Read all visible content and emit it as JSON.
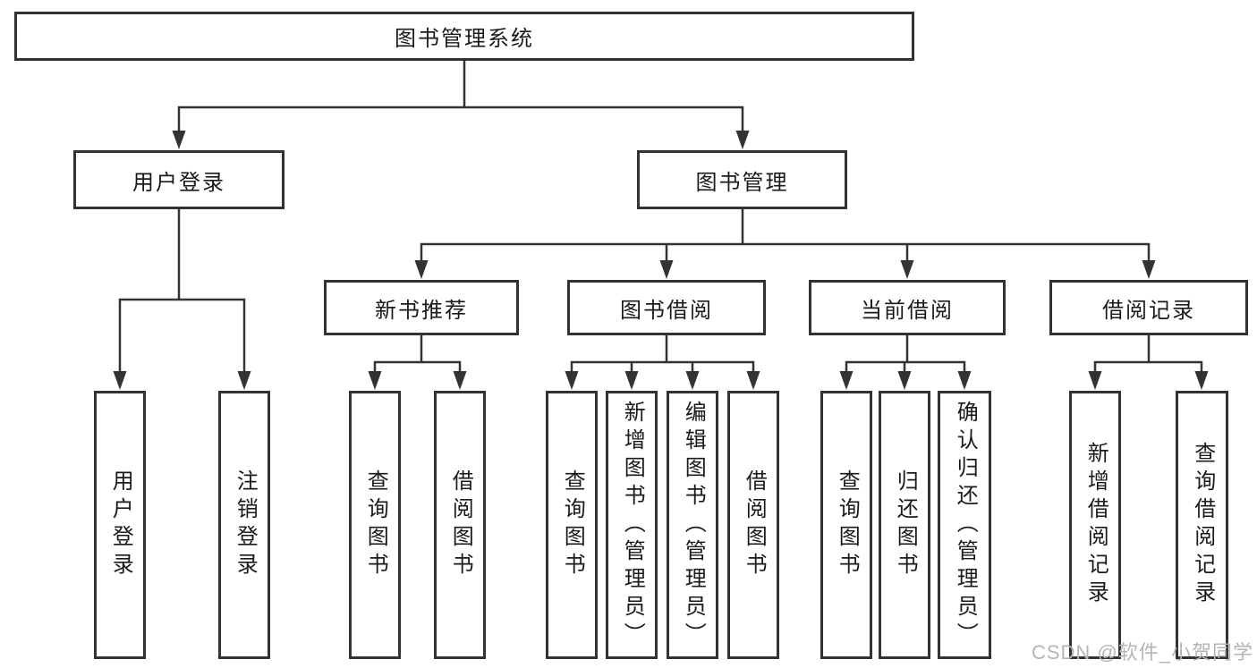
{
  "diagram": {
    "type": "hierarchy-tree",
    "root": {
      "label": "图书管理系统"
    },
    "branches": [
      {
        "label": "用户登录",
        "children": [
          "用户登录",
          "注销登录"
        ]
      },
      {
        "label": "图书管理",
        "groups": [
          {
            "label": "新书推荐",
            "children": [
              "查询图书",
              "借阅图书"
            ]
          },
          {
            "label": "图书借阅",
            "children": [
              "查询图书",
              "新增图书（管理员）",
              "编辑图书（管理员）",
              "借阅图书"
            ]
          },
          {
            "label": "当前借阅",
            "children": [
              "查询图书",
              "归还图书",
              "确认归还（管理员）"
            ]
          },
          {
            "label": "借阅记录",
            "children": [
              "新增借阅记录",
              "查询借阅记录"
            ]
          }
        ]
      }
    ]
  },
  "colors": {
    "line": "#333333",
    "border": "#333333",
    "text": "#1a1a1a",
    "watermark": "#b5b5b5",
    "background": "#ffffff"
  },
  "watermark": "CSDN @软件_小贺同学"
}
